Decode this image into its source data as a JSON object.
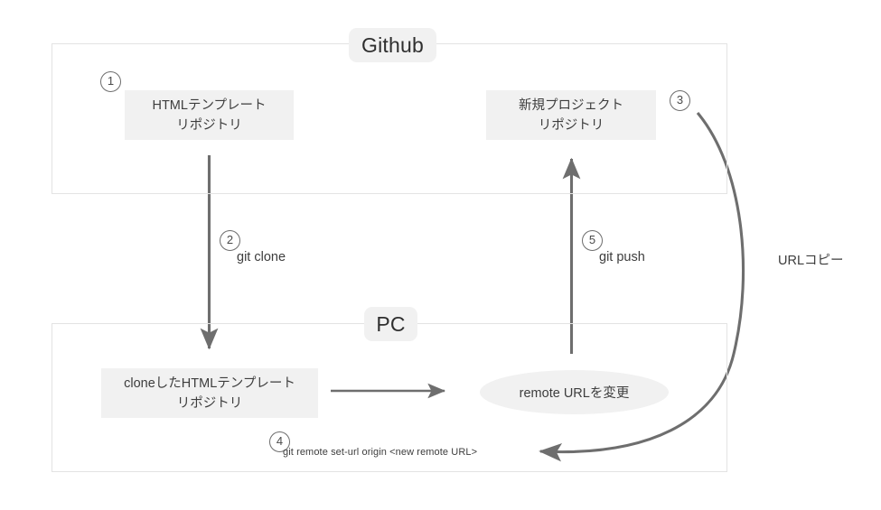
{
  "diagram": {
    "title_hidden": "",
    "groups": [
      {
        "id": "github",
        "label": "Github"
      },
      {
        "id": "pc",
        "label": "PC"
      }
    ],
    "nodes": [
      {
        "id": "html-template-repo",
        "line1": "HTMLテンプレート",
        "line2": "リポジトリ"
      },
      {
        "id": "new-project-repo",
        "line1": "新規プロジェクト",
        "line2": "リポジトリ"
      },
      {
        "id": "cloned-html-template-repo",
        "line1": "cloneしたHTMLテンプレート",
        "line2": "リポジトリ"
      },
      {
        "id": "remote-url-change",
        "line1": "remote URLを変更"
      }
    ],
    "steps": [
      {
        "number": "①",
        "glyph": "1"
      },
      {
        "number": "②",
        "glyph": "2"
      },
      {
        "number": "③",
        "glyph": "3"
      },
      {
        "number": "④",
        "glyph": "4"
      },
      {
        "number": "⑤",
        "glyph": "5"
      }
    ],
    "edge_labels": {
      "git_clone": "git clone",
      "git_push": "git push",
      "url_copy": "URLコピー",
      "git_remote_set_url": "git remote set-url origin <new remote URL>"
    },
    "colors": {
      "node_fill": "#f1f1f1",
      "group_border": "#e3e3e3",
      "arrow": "#6e6e6e",
      "text": "#3d3d3d",
      "page_background": "#ffffff"
    }
  }
}
